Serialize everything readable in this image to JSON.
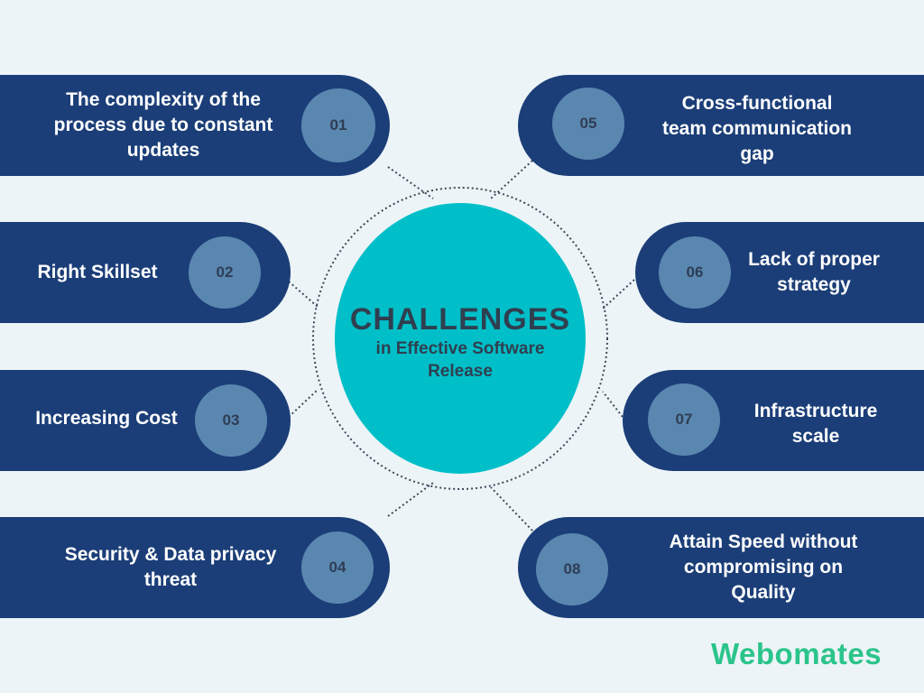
{
  "center": {
    "title": "CHALLENGES",
    "subtitle": "in Effective Software\nRelease"
  },
  "challenges": [
    {
      "number": "01",
      "text": "The complexity of the\nprocess due to constant\nupdates"
    },
    {
      "number": "02",
      "text": "Right Skillset"
    },
    {
      "number": "03",
      "text": "Increasing Cost"
    },
    {
      "number": "04",
      "text": "Security & Data privacy\nthreat"
    },
    {
      "number": "05",
      "text": "Cross-functional\nteam communication\ngap"
    },
    {
      "number": "06",
      "text": "Lack of proper\nstrategy"
    },
    {
      "number": "07",
      "text": "Infrastructure\nscale"
    },
    {
      "number": "08",
      "text": "Attain Speed without\ncompromising on\nQuality"
    }
  ],
  "logo": {
    "text": "Webomates"
  },
  "colors": {
    "background": "#ecf4f7",
    "pill": "#1b3e78",
    "number_circle": "#5a87b0",
    "center_circle": "#00bfc8",
    "logo": "#2bc48a"
  }
}
